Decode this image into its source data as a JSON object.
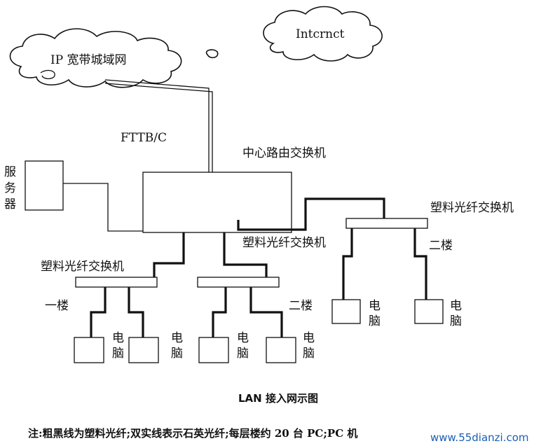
{
  "diagram": {
    "cloud_ip": "IP 宽带城域网",
    "cloud_internet": "Intcrnct",
    "fttb": "FTTB/C",
    "core_switch": "中心路由交换机",
    "server_lines": [
      "服",
      "务",
      "器"
    ],
    "switch_left": "塑料光纤交换机",
    "switch_mid": "塑料光纤交换机",
    "switch_right": "塑料光纤交换机",
    "floor_1": "一楼",
    "floor_2_mid": "二楼",
    "floor_2_right": "二楼",
    "pc_lines": [
      "电",
      "脑"
    ],
    "caption": "LAN 接入网示图",
    "note": "注:粗黑线为塑料光纤;双实线表示石英光纤;每层楼约 20 台 PC;PC 机",
    "watermark": "www.55dianzi.com"
  }
}
